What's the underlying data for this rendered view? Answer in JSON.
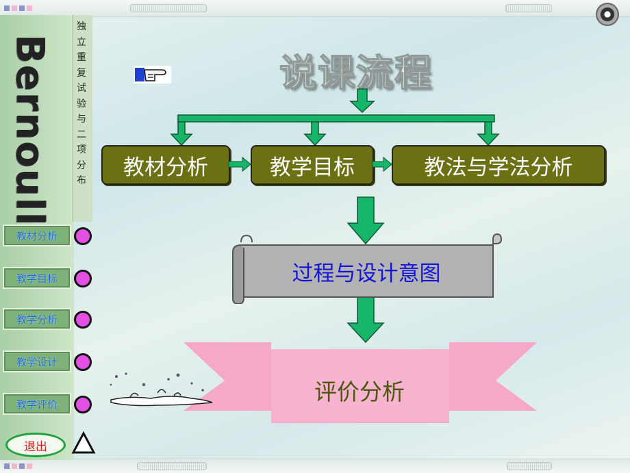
{
  "slide": {
    "title": "说课流程",
    "sidebar": {
      "vertical_title": "独立重复试验与二项分布",
      "brand": "Bernoulli",
      "nav": [
        {
          "label": "教材分析"
        },
        {
          "label": "教学目标"
        },
        {
          "label": "教学分析"
        },
        {
          "label": "教学设计"
        },
        {
          "label": "教学评价"
        }
      ],
      "exit_label": "退出"
    },
    "flow": {
      "boxes": [
        "教材分析",
        "教学目标",
        "教法与学法分析"
      ],
      "process": "过程与设计意图",
      "evaluation": "评价分析"
    }
  },
  "colors": {
    "flow_box": "#6b7013",
    "arrow": "#17b56a",
    "banner": "#f4a8c8",
    "scroll": "#b3b3b3",
    "nav_dot": "#e34ee3",
    "exit_border": "#1fa13b"
  },
  "icons": [
    "pointing-hand-icon",
    "ring-icon",
    "triangle-icon",
    "water-splash-icon"
  ]
}
